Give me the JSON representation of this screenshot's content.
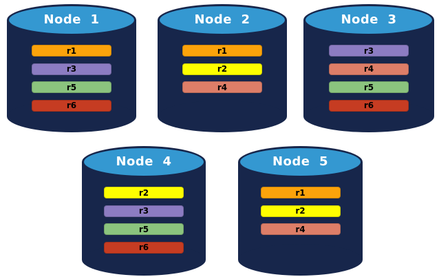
{
  "diagram": {
    "nodes": [
      {
        "label": "Node  1",
        "replicas": [
          "r1",
          "r3",
          "r5",
          "r6"
        ]
      },
      {
        "label": "Node  2",
        "replicas": [
          "r1",
          "r2",
          "r4"
        ]
      },
      {
        "label": "Node  3",
        "replicas": [
          "r3",
          "r4",
          "r5",
          "r6"
        ]
      },
      {
        "label": "Node  4",
        "replicas": [
          "r2",
          "r3",
          "r5",
          "r6"
        ]
      },
      {
        "label": "Node  5",
        "replicas": [
          "r1",
          "r2",
          "r4"
        ]
      }
    ],
    "replica_colors": {
      "r1": "#FBA30B",
      "r2": "#FEFE00",
      "r3": "#8C7CC2",
      "r4": "#DD7E68",
      "r5": "#8BC47E",
      "r6": "#C63C22"
    },
    "colors": {
      "cylinder_body": "#17264B",
      "cylinder_top": "#3498D1",
      "node_label_text": "#FFFFFF",
      "replica_label_text": "#000000",
      "background": "#FFFFFF"
    }
  }
}
